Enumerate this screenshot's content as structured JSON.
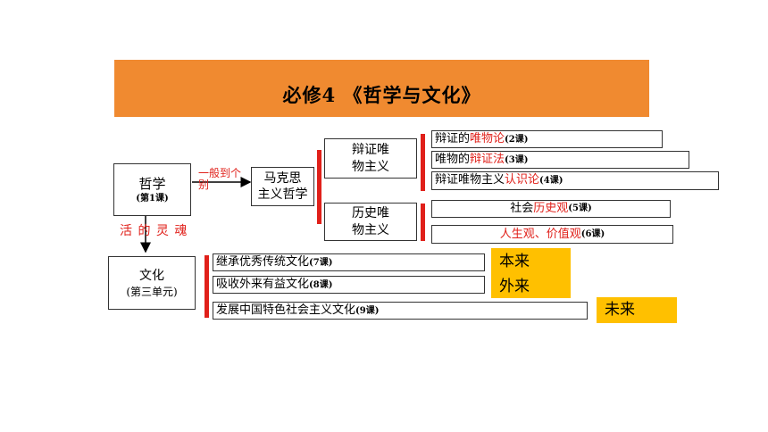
{
  "title": "必修4 《哲学与文化》",
  "philosophy": {
    "label": "哲学",
    "sub": "(第1课)"
  },
  "arrow_general": "一般到个别",
  "soul_label": "活 的 灵 魂",
  "marxism": {
    "line1": "马克思",
    "line2": "主义哲学"
  },
  "dialectical_materialism": {
    "line1": "辩证唯",
    "line2": "物主义"
  },
  "historical_materialism": {
    "line1": "历史唯",
    "line2": "物主义"
  },
  "dm_items": [
    {
      "pre": "辩证的",
      "red": "唯物论",
      "post": "(2课)"
    },
    {
      "pre": "唯物的",
      "red": "辩证法",
      "post": "(3课)"
    },
    {
      "pre": "辩证唯物主义",
      "red": "认识论",
      "post": "(4课)"
    }
  ],
  "hm_items": [
    {
      "pre": "社会",
      "red": "历史观",
      "post": "(5课)"
    },
    {
      "pre": "",
      "red": "人生观、价值观",
      "post": "(6课)"
    }
  ],
  "culture": {
    "label": "文化",
    "sub": "(第三单元)"
  },
  "culture_items": [
    {
      "text": "继承优秀传统文化",
      "post": "(7课)"
    },
    {
      "text": "吸收外来有益文化",
      "post": "(8课)"
    },
    {
      "text": "发展中国特色社会主义文化",
      "post": "(9课)"
    }
  ],
  "tags": {
    "origin": "本来",
    "foreign": "外来",
    "future": "未来"
  },
  "colors": {
    "title_bg": "#f08a30",
    "accent_red": "#e0201a",
    "tag_yellow": "#ffc000"
  }
}
